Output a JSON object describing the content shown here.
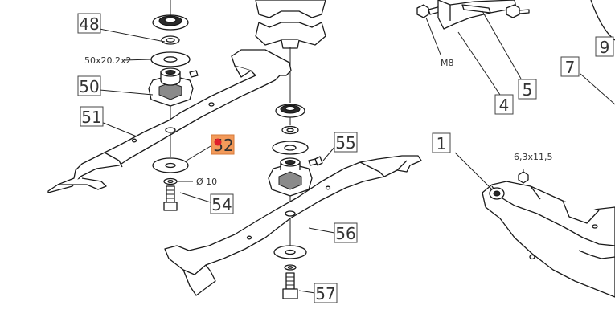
{
  "callouts": {
    "c48": "48",
    "c50": "50",
    "c51": "51",
    "c52": "52",
    "c54": "54",
    "c55": "55",
    "c56": "56",
    "c57": "57",
    "c1": "1",
    "c4": "4",
    "c5": "5",
    "c7": "7",
    "c9": "9"
  },
  "annotations": {
    "washer_spec": "50x20.2x2",
    "diameter": "Ø 10",
    "bolt_size": "M8",
    "screw_spec": "6,3x11,5"
  },
  "highlight": {
    "color": "#f39a5a",
    "marker_color": "#e0202a"
  }
}
